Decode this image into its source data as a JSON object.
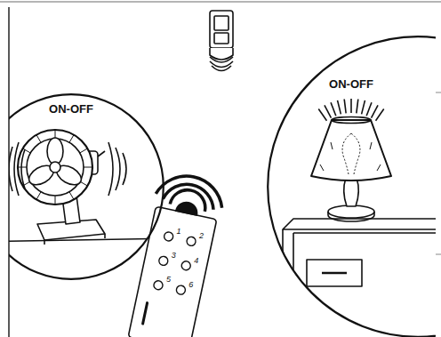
{
  "diagram": {
    "nodes": [
      {
        "text": [
          "ON-OFF"
        ]
      },
      {
        "text": [
          "ON-OFF"
        ]
      }
    ],
    "labels": [
      "1",
      "2",
      "3",
      "4",
      "5",
      "6"
    ]
  }
}
